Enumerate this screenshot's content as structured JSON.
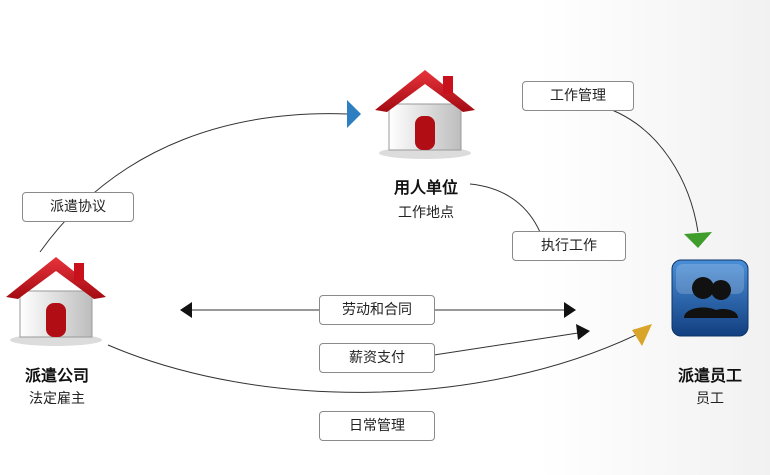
{
  "nodes": {
    "dispatch_company": {
      "title": "派遣公司",
      "subtitle": "法定雇主",
      "icon": "house-icon"
    },
    "employer": {
      "title": "用人单位",
      "subtitle": "工作地点",
      "icon": "house-icon"
    },
    "employee": {
      "title": "派遣员工",
      "subtitle": "员工",
      "icon": "users-icon"
    }
  },
  "relations": {
    "dispatch_agreement": "派遣协议",
    "work_management": "工作管理",
    "execute_work": "执行工作",
    "labor_contract": "劳动和合同",
    "salary_payment": "薪资支付",
    "daily_management": "日常管理"
  },
  "colors": {
    "roof": "#c8111c",
    "wall": "#e6e6e6",
    "door": "#b00d15",
    "arrow_blue": "#2d7fc2",
    "arrow_green": "#3f9d2b",
    "arrow_gold": "#d9a42a",
    "user_tile": "#1f63b0"
  }
}
